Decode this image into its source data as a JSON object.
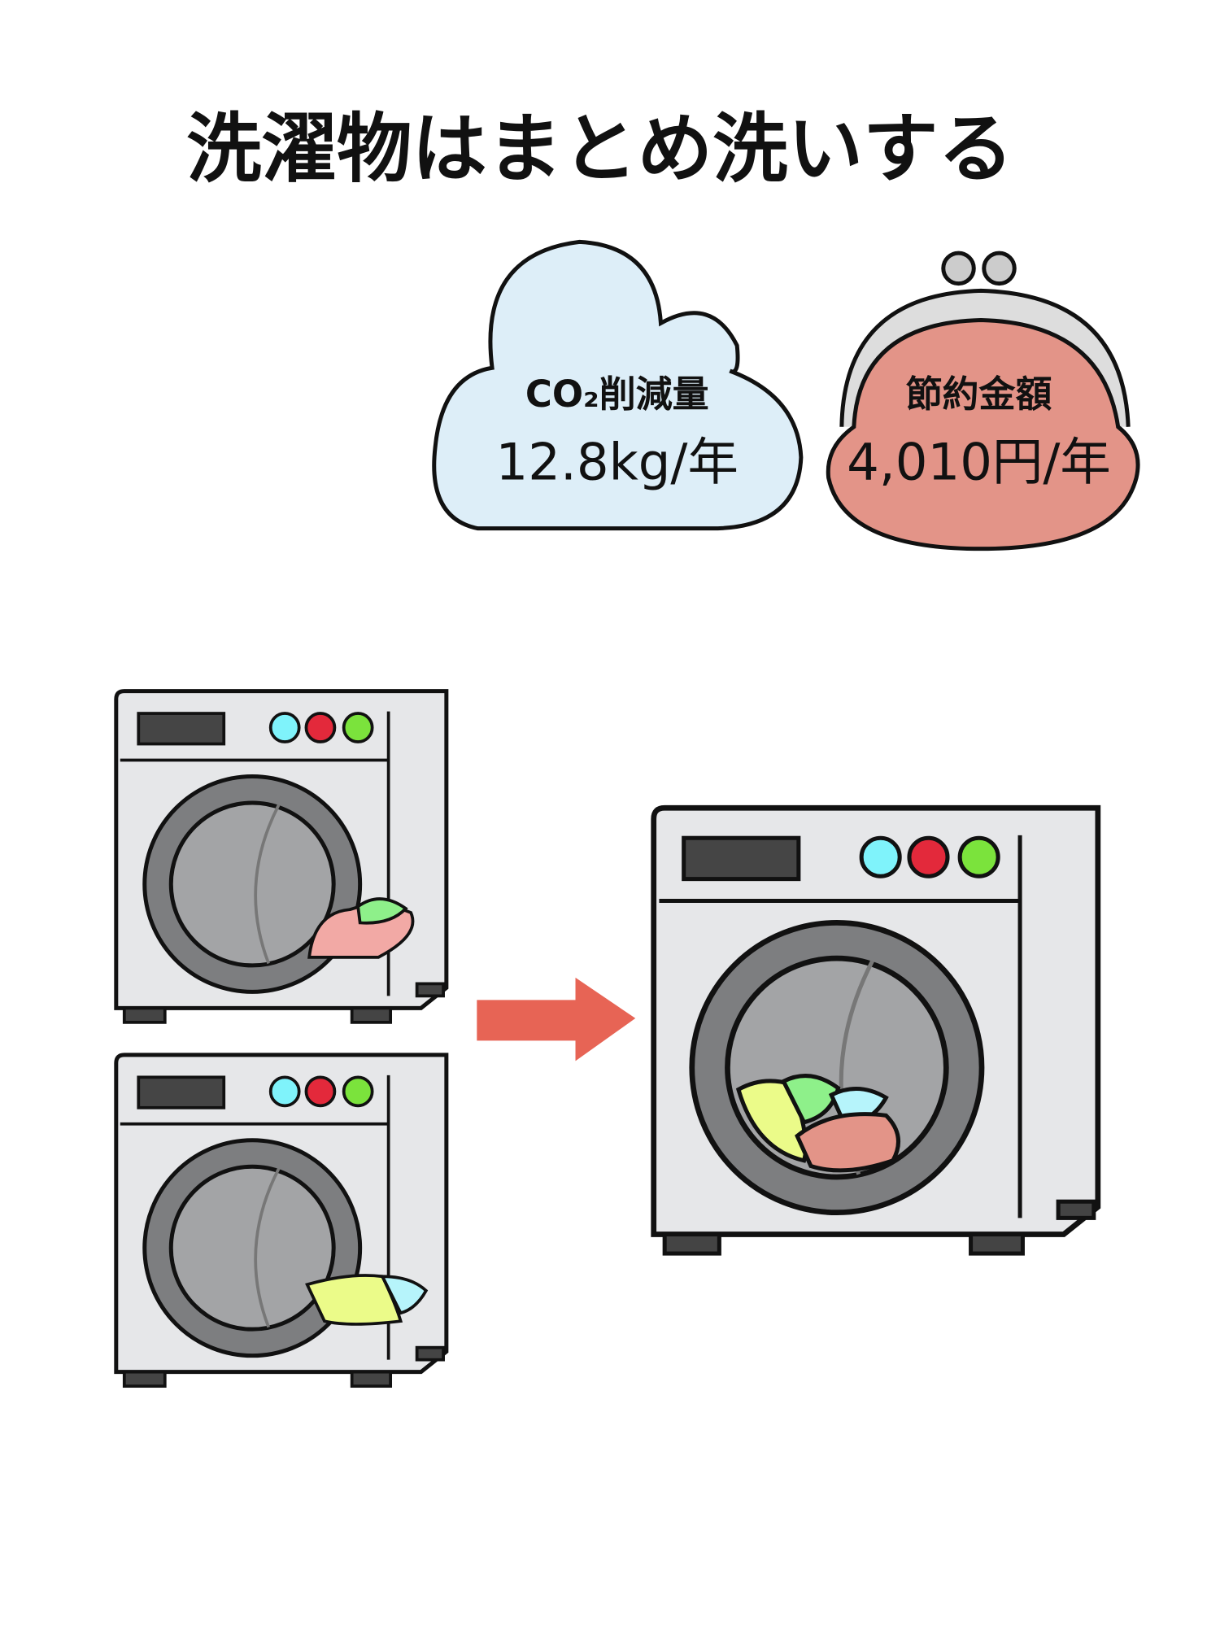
{
  "title": "洗濯物はまとめ洗いする",
  "co2": {
    "label": "CO₂削減量",
    "value": "12.8kg/年"
  },
  "savings": {
    "label": "節約金額",
    "value": "4,010円/年"
  },
  "colors": {
    "cloud": "#ddeef8",
    "purse": "#e39488",
    "arrow": "#e76455",
    "machine": "#e6e7e9",
    "drum": "#848586"
  }
}
